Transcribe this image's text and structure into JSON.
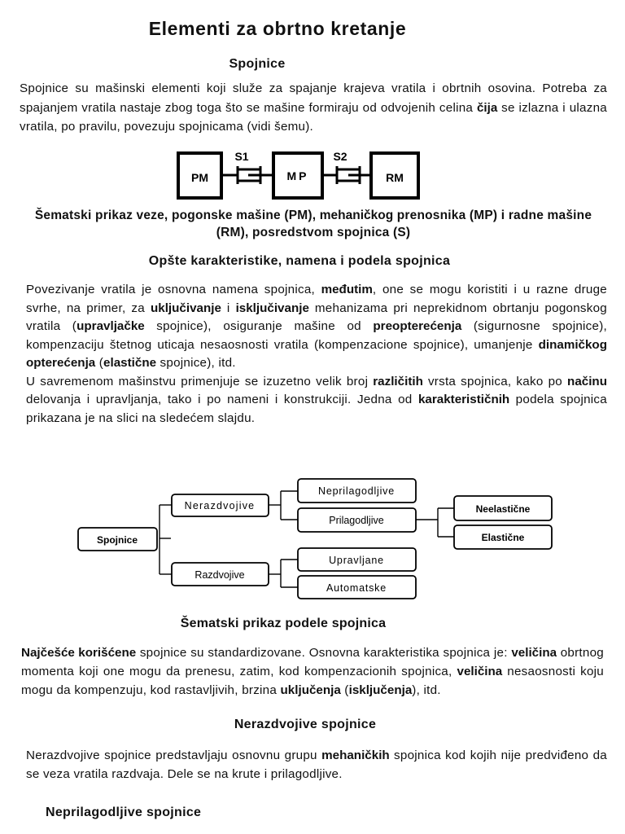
{
  "title": "Elementi za obrtno kretanje",
  "section1": {
    "heading": "Spojnice",
    "para": [
      {
        "t": "Spojnice su mašinski elementi koji služe za spajanje krajeva vratila i obrtnih osovina. Potreba za spajanjem vratila nastaje zbog toga što se mašine formiraju od odvojenih celina "
      },
      {
        "t": "čija",
        "b": true
      },
      {
        "t": " se izlazna i ulazna vratila, po pravilu, povezuju spojnicama (vidi šemu)."
      }
    ]
  },
  "schematic": {
    "pm": "PM",
    "mp": "MP",
    "rm": "RM",
    "s1": "S1",
    "s2": "S2",
    "caption": [
      {
        "t": "Šematski prikaz veze, pogonske mašine (PM), "
      },
      {
        "t": "mehaničkog",
        "b": true
      },
      {
        "t": " prenosnika (MP) i radne mašine (RM), posredstvom spojnica (S)"
      }
    ]
  },
  "section2": {
    "heading": "Opšte karakteristike, namena i podela spojnica",
    "para": [
      {
        "t": "Povezivanje vratila je osnovna namena spojnica, "
      },
      {
        "t": "međutim",
        "b": true
      },
      {
        "t": ", one se mogu koristiti i u razne druge svrhe, na primer, za "
      },
      {
        "t": "uključivanje",
        "b": true
      },
      {
        "t": " i "
      },
      {
        "t": "isključivanje",
        "b": true
      },
      {
        "t": " mehanizama pri neprekidnom obrtanju pogonskog vratila ("
      },
      {
        "t": "upravljačke",
        "b": true
      },
      {
        "t": " spojnice), osiguranje mašine od "
      },
      {
        "t": "preopterećenja",
        "b": true
      },
      {
        "t": " (sigurnosne spojnice), kompenzaciju štetnog uticaja nesaosnosti vratila (kompenzacione spojnice), umanjenje "
      },
      {
        "t": "dinamičkog opterećenja",
        "b": true
      },
      {
        "t": " ("
      },
      {
        "t": "elastične",
        "b": true
      },
      {
        "t": " spojnice), itd."
      },
      {
        "br": true
      },
      {
        "t": "U savremenom mašinstvu primenjuje se izuzetno velik broj "
      },
      {
        "t": "različitih",
        "b": true
      },
      {
        "t": " vrsta spojnica, kako po "
      },
      {
        "t": "načinu",
        "b": true
      },
      {
        "t": " delovanja i upravljanja, tako i po nameni i konstrukciji. Jedna od "
      },
      {
        "t": "karakterističnih",
        "b": true
      },
      {
        "t": " podela spojnica prikazana je na slici na sledećem slajdu."
      }
    ]
  },
  "tree": {
    "root": "Spojnice",
    "nerazdvojive": "Nerazdvojive",
    "razdvojive": "Razdvojive",
    "neprilagodljive": "Neprilagodljive",
    "prilagodljive": "Prilagodljive",
    "neelasticne": "Neelastične",
    "elasticne": "Elastične",
    "upravljane": "Upravljane",
    "automatske": "Automatske",
    "caption": "Šematski prikaz podele spojnica"
  },
  "section3": {
    "para": [
      {
        "t": "Najčešće korišćene",
        "b": true
      },
      {
        "t": " spojnice su standardizovane. Osnovna karakteristika spojnica je: "
      },
      {
        "t": "veličina",
        "b": true
      },
      {
        "t": " obrtnog momenta koji one mogu da prenesu, zatim, kod kompenzacionih spojnica, "
      },
      {
        "t": "veličina",
        "b": true
      },
      {
        "t": " nesaosnosti koju mogu da kompenzuju, kod rastavljivih, brzina "
      },
      {
        "t": "uključenja",
        "b": true
      },
      {
        "t": " ("
      },
      {
        "t": "isključenja",
        "b": true
      },
      {
        "t": "), itd."
      }
    ]
  },
  "section4": {
    "heading": "Nerazdvojive spojnice",
    "para": [
      {
        "t": "Nerazdvojive spojnice predstavljaju osnovnu grupu "
      },
      {
        "t": "mehaničkih",
        "b": true
      },
      {
        "t": " spojnica kod kojih nije predviđeno da se veza vratila razdvaja. Dele se na krute i prilagodljive."
      }
    ]
  },
  "section5": {
    "heading": "Neprilagodljive spojnice"
  }
}
